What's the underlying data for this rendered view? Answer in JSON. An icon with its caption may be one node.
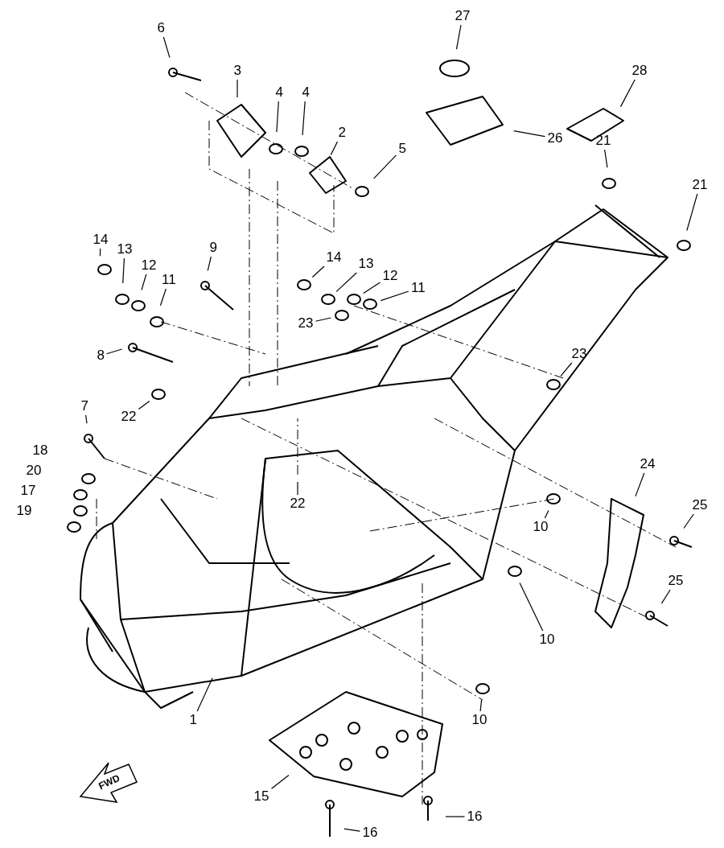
{
  "diagram": {
    "nodes": [
      {
        "text": [
          "6"
        ]
      },
      {
        "text": [
          "3"
        ]
      },
      {
        "text": [
          "4"
        ]
      },
      {
        "text": [
          "4"
        ]
      },
      {
        "text": [
          "2"
        ]
      },
      {
        "text": [
          "5"
        ]
      },
      {
        "text": [
          "27"
        ]
      },
      {
        "text": [
          "28"
        ]
      },
      {
        "text": [
          "26"
        ]
      },
      {
        "text": [
          "21"
        ]
      },
      {
        "text": [
          "21"
        ]
      },
      {
        "text": [
          "14"
        ]
      },
      {
        "text": [
          "13"
        ]
      },
      {
        "text": [
          "12"
        ]
      },
      {
        "text": [
          "11"
        ]
      },
      {
        "text": [
          "9"
        ]
      },
      {
        "text": [
          "14"
        ]
      },
      {
        "text": [
          "13"
        ]
      },
      {
        "text": [
          "12"
        ]
      },
      {
        "text": [
          "11"
        ]
      },
      {
        "text": [
          "23"
        ]
      },
      {
        "text": [
          "23"
        ]
      },
      {
        "text": [
          "8"
        ]
      },
      {
        "text": [
          "22"
        ]
      },
      {
        "text": [
          "7"
        ]
      },
      {
        "text": [
          "18"
        ]
      },
      {
        "text": [
          "20"
        ]
      },
      {
        "text": [
          "17"
        ]
      },
      {
        "text": [
          "19"
        ]
      },
      {
        "text": [
          "22"
        ]
      },
      {
        "text": [
          "24"
        ]
      },
      {
        "text": [
          "25"
        ]
      },
      {
        "text": [
          "10"
        ]
      },
      {
        "text": [
          "25"
        ]
      },
      {
        "text": [
          "10"
        ]
      },
      {
        "text": [
          "1"
        ]
      },
      {
        "text": [
          "10"
        ]
      },
      {
        "text": [
          "15"
        ]
      },
      {
        "text": [
          "16"
        ]
      },
      {
        "text": [
          "16"
        ]
      }
    ],
    "edges": [
      {
        "from": 0,
        "to": null,
        "arrow": "none"
      },
      {
        "from": 1,
        "to": null,
        "arrow": "none"
      },
      {
        "from": 2,
        "to": null,
        "arrow": "none"
      },
      {
        "from": 3,
        "to": null,
        "arrow": "none"
      },
      {
        "from": 4,
        "to": null,
        "arrow": "none"
      },
      {
        "from": 5,
        "to": null,
        "arrow": "none"
      },
      {
        "from": 6,
        "to": null,
        "arrow": "none"
      },
      {
        "from": 7,
        "to": null,
        "arrow": "none"
      },
      {
        "from": 8,
        "to": null,
        "arrow": "none"
      },
      {
        "from": 9,
        "to": null,
        "arrow": "none"
      },
      {
        "from": 10,
        "to": null,
        "arrow": "none"
      },
      {
        "from": 11,
        "to": null,
        "arrow": "none"
      },
      {
        "from": 12,
        "to": null,
        "arrow": "none"
      },
      {
        "from": 13,
        "to": null,
        "arrow": "none"
      },
      {
        "from": 14,
        "to": null,
        "arrow": "none"
      },
      {
        "from": 15,
        "to": null,
        "arrow": "none"
      },
      {
        "from": 16,
        "to": null,
        "arrow": "none"
      },
      {
        "from": 17,
        "to": null,
        "arrow": "none"
      },
      {
        "from": 18,
        "to": null,
        "arrow": "none"
      },
      {
        "from": 19,
        "to": null,
        "arrow": "none"
      },
      {
        "from": 20,
        "to": null,
        "arrow": "none"
      },
      {
        "from": 21,
        "to": null,
        "arrow": "none"
      },
      {
        "from": 22,
        "to": null,
        "arrow": "none"
      },
      {
        "from": 23,
        "to": null,
        "arrow": "none"
      },
      {
        "from": 24,
        "to": null,
        "arrow": "none"
      },
      {
        "from": 29,
        "to": null,
        "arrow": "none"
      },
      {
        "from": 30,
        "to": null,
        "arrow": "none"
      },
      {
        "from": 31,
        "to": null,
        "arrow": "none"
      },
      {
        "from": 32,
        "to": null,
        "arrow": "none"
      },
      {
        "from": 33,
        "to": null,
        "arrow": "none"
      },
      {
        "from": 34,
        "to": null,
        "arrow": "none"
      },
      {
        "from": 35,
        "to": null,
        "arrow": "none"
      },
      {
        "from": 36,
        "to": null,
        "arrow": "none"
      },
      {
        "from": 37,
        "to": null,
        "arrow": "none"
      },
      {
        "from": 38,
        "to": null,
        "arrow": "none"
      },
      {
        "from": 39,
        "to": null,
        "arrow": "none"
      }
    ],
    "labels": [
      "FWD"
    ]
  }
}
